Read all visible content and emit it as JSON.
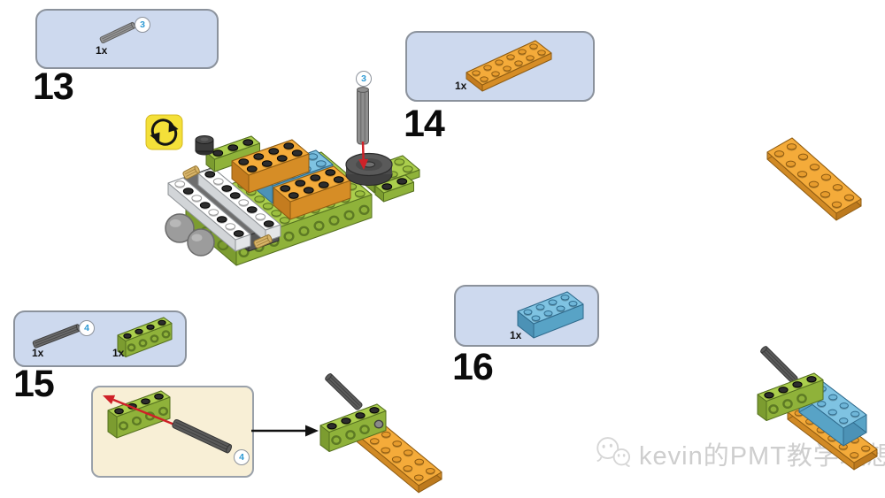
{
  "colors": {
    "part_box_fill": "#cdd9ee",
    "part_box_border": "#8b929c",
    "callout_fill": "#f8efd6",
    "badge_number_color": "#2e9ad4",
    "rotate_icon_yellow": "#f4e039",
    "lego_green": "#a8cc49",
    "lego_orange": "#f2a93b",
    "lego_blue": "#79bedf",
    "arrow_red": "#cf2128",
    "watermark_gray": "#c9c9c9"
  },
  "icons": {
    "rotate_icon": "circular-rotation-arrows",
    "watermark_logo": "chat-bubbles-face-logo"
  },
  "steps": {
    "s13": {
      "number": "13",
      "parts": [
        {
          "piece": "axle-gray",
          "count": "1x",
          "badge": "3"
        }
      ]
    },
    "s14": {
      "number": "14",
      "parts": [
        {
          "piece": "plate-2x6-orange",
          "count": "1x"
        }
      ]
    },
    "s15": {
      "number": "15",
      "parts": [
        {
          "piece": "axle-dark-gray",
          "count": "1x",
          "badge": "4"
        },
        {
          "piece": "technic-brick-1x4-lime",
          "count": "1x"
        }
      ]
    },
    "s16": {
      "number": "16",
      "parts": [
        {
          "piece": "brick-2x4-blue",
          "count": "1x"
        }
      ]
    }
  },
  "main_assembly": {
    "insert_badge": "3"
  },
  "callout": {
    "insert_badge": "4"
  },
  "watermark": {
    "text": "kevin的PMT教学理想"
  }
}
